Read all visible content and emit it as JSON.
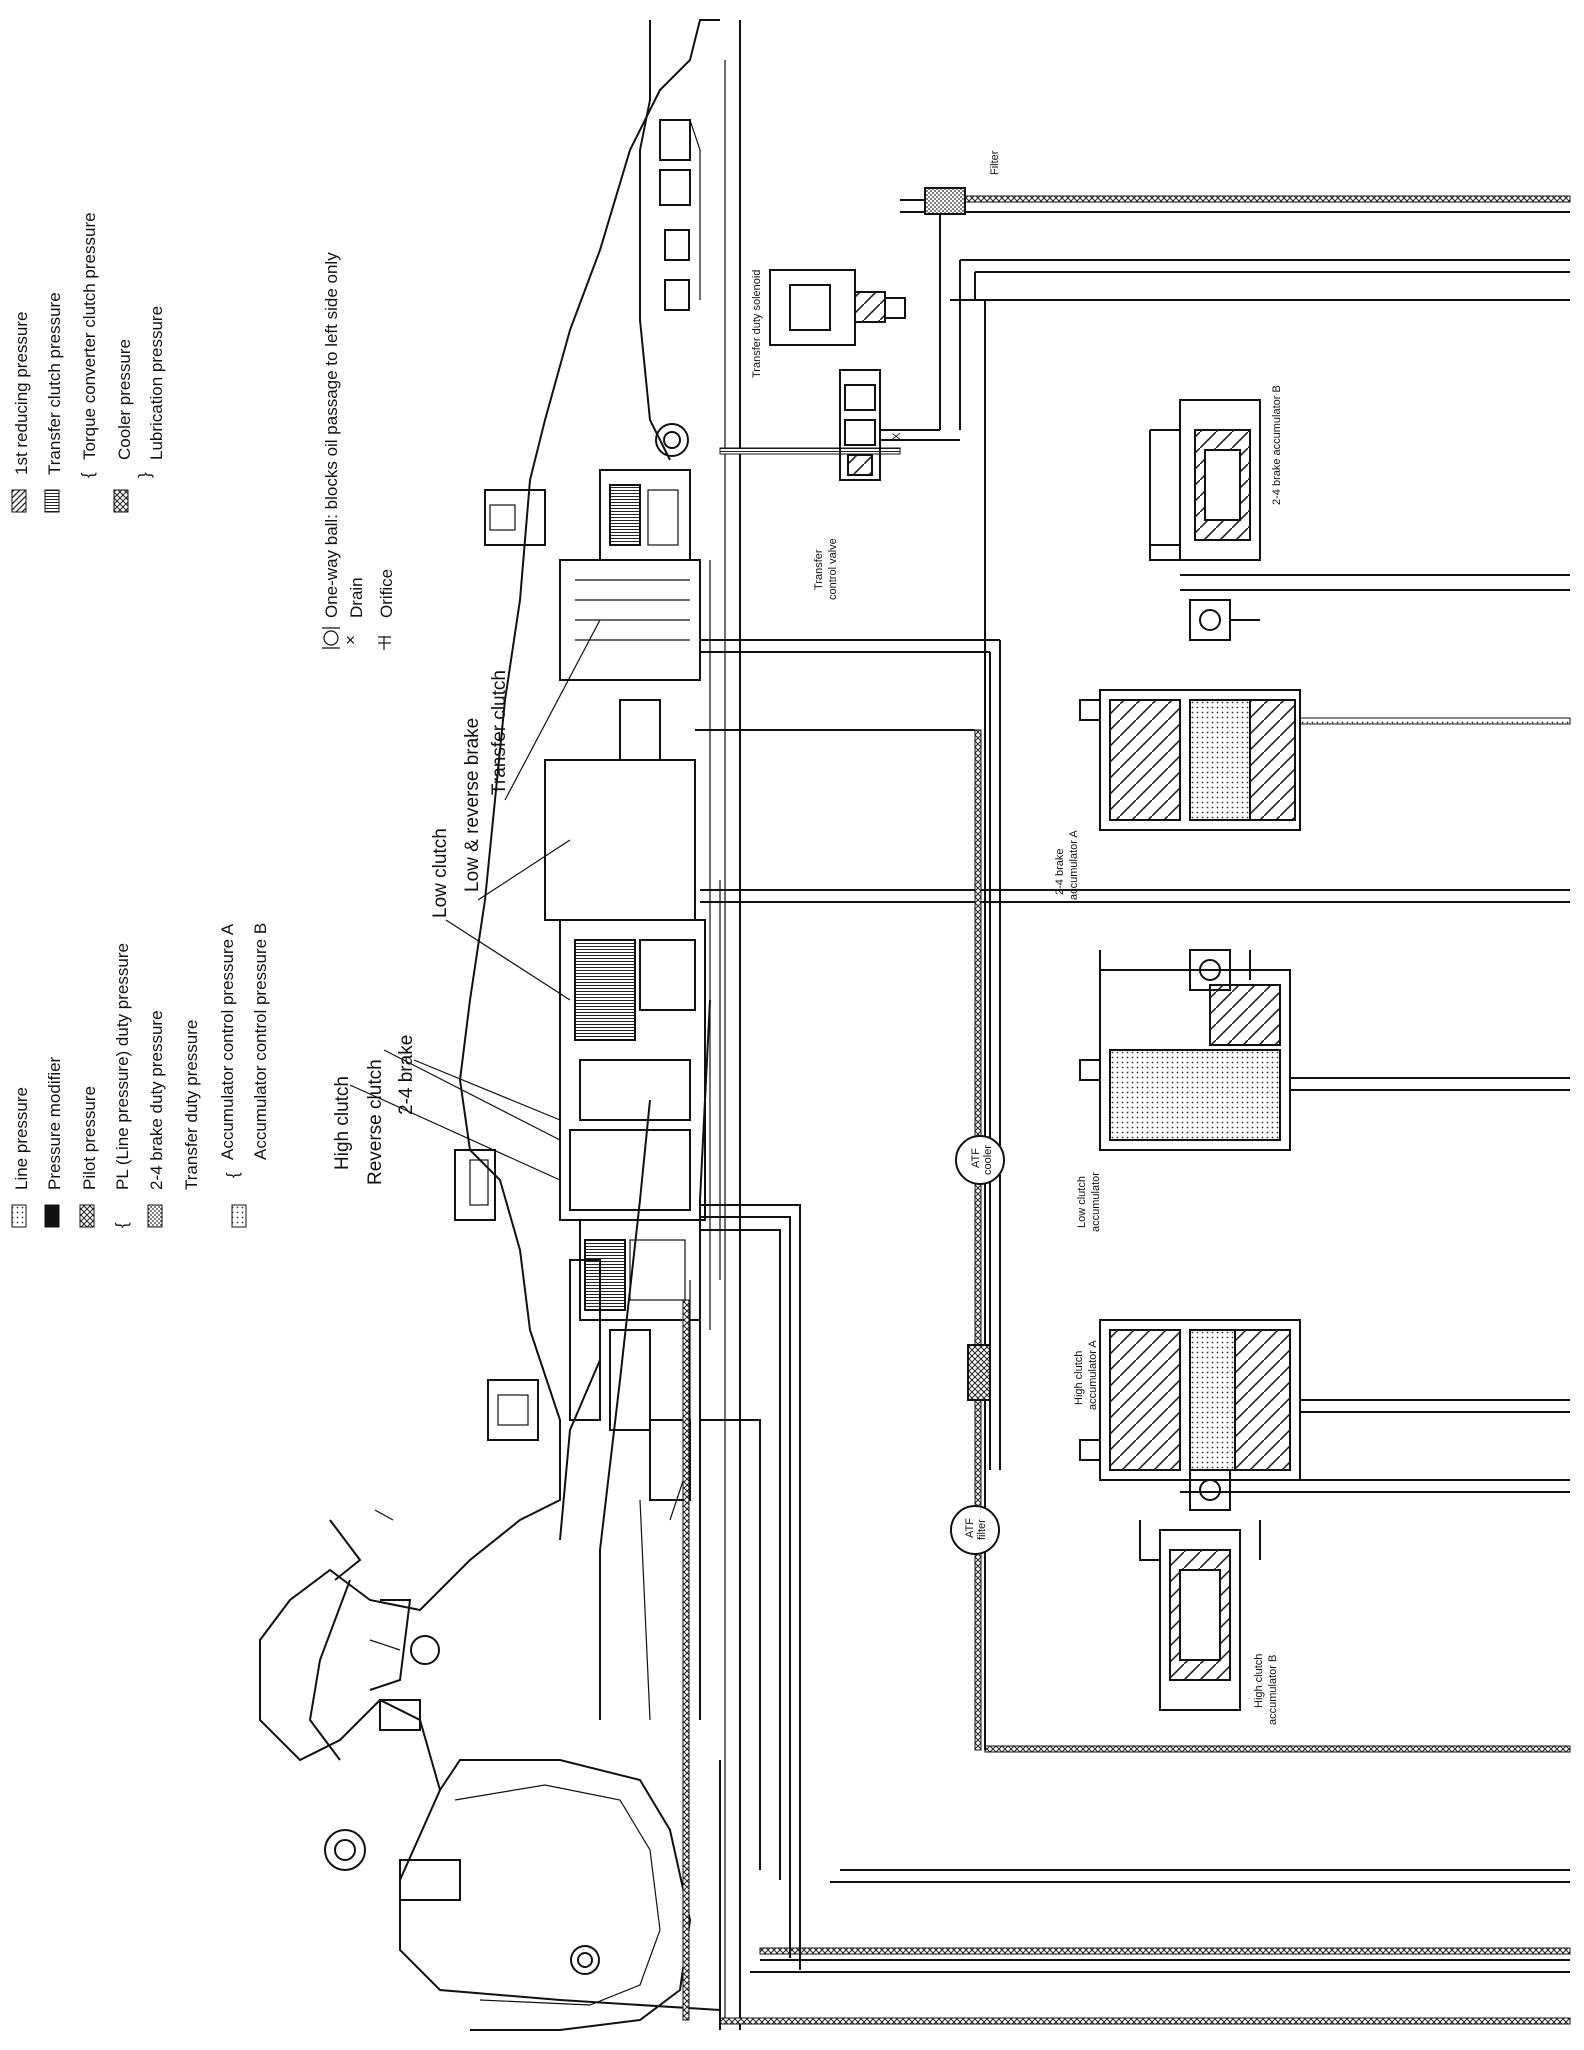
{
  "legend": {
    "col1": [
      {
        "label": "Line pressure",
        "pattern": "line-pressure"
      },
      {
        "label": "Pressure modifier",
        "pattern": "pressure-modifier"
      },
      {
        "label": "Pilot pressure",
        "pattern": "pilot-pressure"
      },
      {
        "label": "PL (Line pressure) duty pressure",
        "pattern": "duty"
      },
      {
        "label": "2-4 brake duty pressure",
        "pattern": "duty"
      },
      {
        "label": "Transfer duty pressure",
        "pattern": "duty"
      },
      {
        "label": "Accumulator control pressure A",
        "pattern": "accumulator"
      },
      {
        "label": "Accumulator control pressure B",
        "pattern": "accumulator"
      }
    ],
    "col2": [
      {
        "label": "1st reducing pressure",
        "pattern": "first-reducing"
      },
      {
        "label": "Transfer clutch pressure",
        "pattern": "transfer-clutch"
      },
      {
        "label": "Torque converter clutch pressure",
        "pattern": "cooler"
      },
      {
        "label": "Cooler pressure",
        "pattern": "cooler"
      },
      {
        "label": "Lubrication pressure",
        "pattern": "cooler"
      }
    ],
    "symbols": [
      {
        "label": "One-way ball: blocks oil passage to left side only"
      },
      {
        "label": "Drain",
        "glyph": "×"
      },
      {
        "label": "Orifice"
      }
    ]
  },
  "clutches": {
    "high_clutch": "High clutch",
    "reverse_clutch": "Reverse clutch",
    "brake_24": "2-4 brake",
    "low_clutch": "Low clutch",
    "low_reverse_brake": "Low & reverse brake",
    "transfer_clutch": "Transfer clutch"
  },
  "components": {
    "filter": "Filter",
    "transfer_duty_solenoid": "Transfer duty solenoid",
    "transfer_control_valve_1": "Transfer",
    "transfer_control_valve_2": "control valve",
    "drain_mark": "X",
    "brake_acc_b": "2-4 brake accumulator B",
    "brake_acc_a_1": "2-4 brake",
    "brake_acc_a_2": "accumulator A",
    "low_clutch_acc_1": "Low clutch",
    "low_clutch_acc_2": "accumulator",
    "high_clutch_acc_a_1": "High clutch",
    "high_clutch_acc_a_2": "accumulator A",
    "high_clutch_acc_b_1": "High clutch",
    "high_clutch_acc_b_2": "accumulator B",
    "atf_cooler_1": "ATF",
    "atf_cooler_2": "cooler",
    "atf_filter_1": "ATF",
    "atf_filter_2": "filter"
  },
  "colors": {
    "ink": "#111111",
    "paper": "#ffffff",
    "light_fill": "#e6e6e6",
    "dot_fill": "#cfcfcf",
    "dark_fill": "#555555"
  }
}
